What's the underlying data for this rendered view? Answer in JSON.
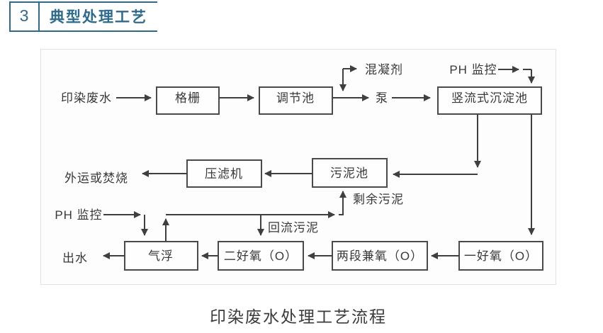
{
  "header": {
    "number": "3",
    "title": "典型处理工艺"
  },
  "caption": "印染废水处理工艺流程",
  "colors": {
    "accent": "#2c6b8f",
    "diagram_line": "#3f3f3f",
    "text": "#3a3a3a"
  },
  "flowchart": {
    "boxes": [
      {
        "label": "格栅"
      },
      {
        "label": "调节池"
      },
      {
        "label": "竖流式沉淀池"
      },
      {
        "label": "污泥池"
      },
      {
        "label": "压滤机"
      },
      {
        "label": "气浮"
      },
      {
        "label": "二好氧（O）"
      },
      {
        "label": "两段兼氧（O）"
      },
      {
        "label": "一好氧（O）"
      }
    ],
    "labels": {
      "dyeing_wastewater": "印染废水",
      "coagulant": "混凝剂",
      "pump": "泵",
      "ph_monitor_top": "PH 监控",
      "ph_monitor_bottom": "PH 监控",
      "outward_or_incineration": "外运或焚烧",
      "effluent": "出水",
      "return_sludge": "回流污泥",
      "excess_sludge": "剩余污泥"
    }
  }
}
